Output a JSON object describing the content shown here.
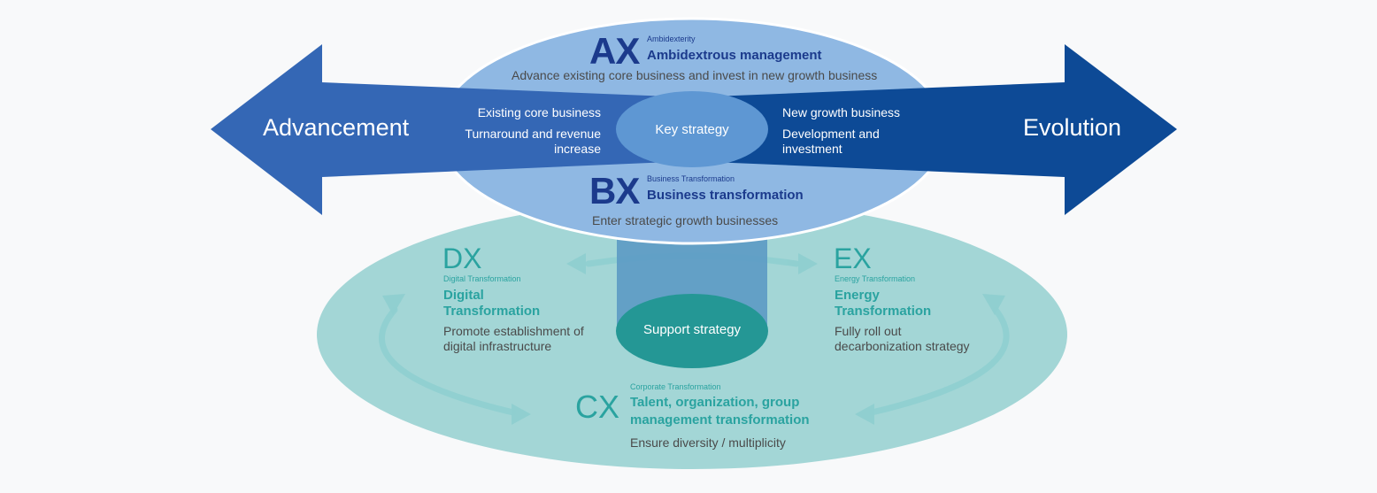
{
  "colors": {
    "upper_ellipse": "#8fb8e3",
    "lower_ellipse": "#a3d6d6",
    "left_arrow": "#3467b5",
    "right_arrow": "#0d4a96",
    "key_strategy": "#5e97d3",
    "support_strategy": "#249795",
    "dark_text": "#1b3a8c",
    "teal_text": "#2aa3a0"
  },
  "arrows": {
    "left_label": "Advancement",
    "right_label": "Evolution"
  },
  "key_strategy": {
    "label": "Key strategy",
    "left_line1": "Existing core business",
    "left_line2": "Turnaround and revenue",
    "left_line3": "increase",
    "right_line1": "New growth business",
    "right_line2": "Development and",
    "right_line3": "investment"
  },
  "ax": {
    "code": "AX",
    "subtitle": "Ambidexterity",
    "title": "Ambidextrous management",
    "description": "Advance existing core business and invest in new growth business"
  },
  "bx": {
    "code": "BX",
    "subtitle": "Business Transformation",
    "title": "Business transformation",
    "description": "Enter strategic growth businesses"
  },
  "support_strategy": {
    "label": "Support strategy"
  },
  "dx": {
    "code": "DX",
    "subtitle": "Digital Transformation",
    "title_line1": "Digital",
    "title_line2": "Transformation",
    "desc_line1": "Promote establishment of",
    "desc_line2": "digital infrastructure"
  },
  "ex": {
    "code": "EX",
    "subtitle": "Energy Transformation",
    "title_line1": "Energy",
    "title_line2": "Transformation",
    "desc_line1": "Fully roll out",
    "desc_line2": "decarbonization strategy"
  },
  "cx": {
    "code": "CX",
    "subtitle": "Corporate Transformation",
    "title_line1": "Talent, organization, group",
    "title_line2": "management transformation",
    "description": "Ensure diversity / multiplicity"
  }
}
